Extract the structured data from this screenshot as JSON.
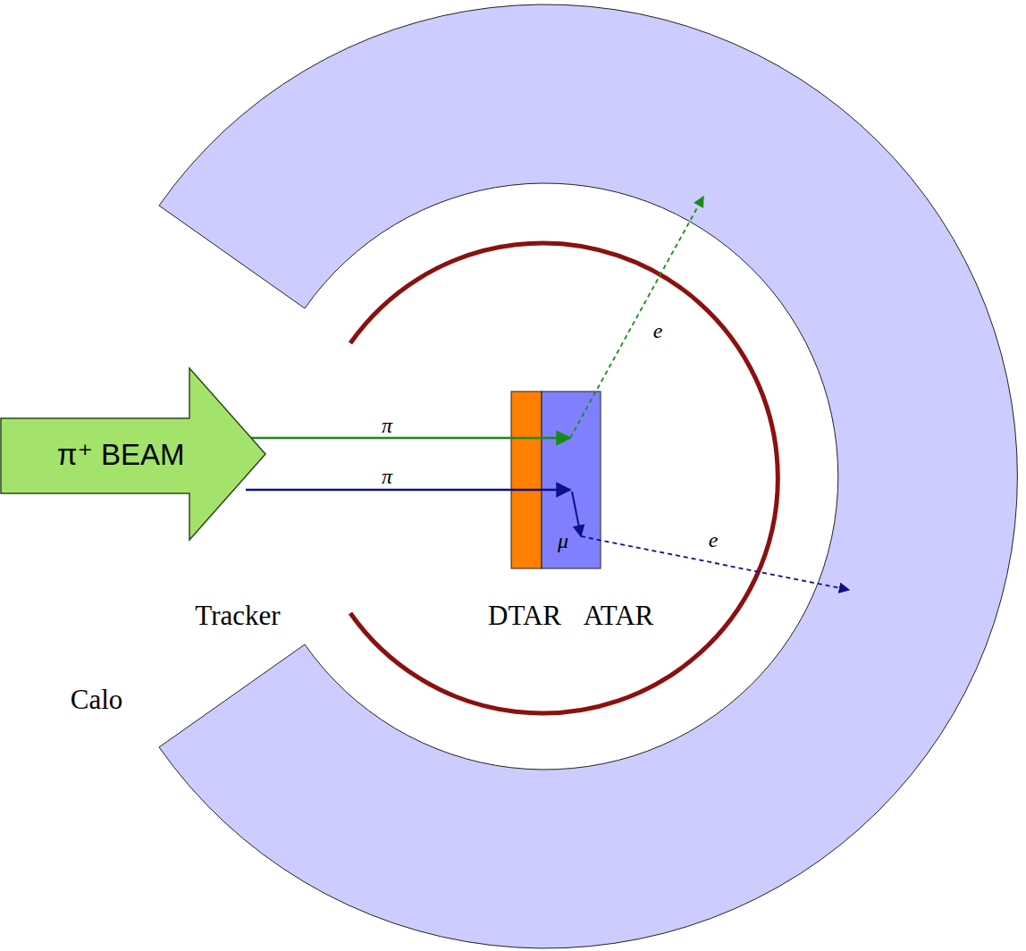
{
  "diagram": {
    "nodes": [
      {
        "text": [
          "π⁺ BEAM"
        ]
      }
    ],
    "labels": [
      "π",
      "π",
      "μ",
      "e",
      "e",
      "Tracker",
      "DTAR",
      "ATAR",
      "Calo"
    ]
  }
}
